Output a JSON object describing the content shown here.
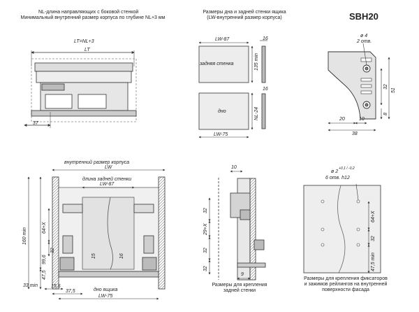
{
  "captions": {
    "top_left_line1": "NL-длина направляющих с боковой стенкой",
    "top_left_line2": "Минимальный внутренний размер корпуса по глубине NL+3 мм",
    "top_mid_line1": "Размеры дна и задней стенки ящика",
    "top_mid_line2": "(LW-внутренний размер корпуса)",
    "model": "SBH20",
    "bottom_mid_line1": "Размеры для крепления",
    "bottom_mid_line2": "задней стенки",
    "bottom_right_line1": "Размеры для крепления фиксаторов",
    "bottom_right_line2": "и зажимов рейлингов на внутренней",
    "bottom_right_line3": "поверхности фасада"
  },
  "front_view": {
    "lt_formula": "LT=NL+3",
    "lt": "LT",
    "dim_37": "37"
  },
  "panels": {
    "back_width": "LW-87",
    "back_height": "135 min",
    "back_label": "задняя стенка",
    "back_thickness": "16",
    "bottom_label": "дно",
    "bottom_depth": "NL-24",
    "bottom_width": "LW-75",
    "bottom_thickness": "16"
  },
  "bracket": {
    "hole_dia": "ø 4",
    "hole_count": "2 отв.",
    "dim_32": "32",
    "dim_51": "51",
    "dim_8": "8",
    "dim_20": "20",
    "dim_10": "10",
    "dim_38": "38"
  },
  "section": {
    "inner_size": "внутренний размер корпуса",
    "lw": "LW",
    "back_len": "длина задней стенки",
    "lw87": "LW-87",
    "height_160": "160 min",
    "dim_64x": "64+X",
    "dim_32": "32",
    "dim_99_6": "99,6",
    "dim_47_5": "47,5",
    "dim_33": "33 min",
    "dim_15": "15",
    "dim_16": "16",
    "dim_15_5": "15,5",
    "dim_37_5": "37,5",
    "bottom_label": "дно ящика",
    "lw75": "LW-75"
  },
  "back_mount": {
    "dim_10": "10",
    "dim_32a": "32",
    "dim_29x": "29+X",
    "dim_32b": "32",
    "dim_32c": "32",
    "dim_9": "9"
  },
  "front_mount": {
    "hole_dia": "ø 2",
    "tolerance": "+0,1 / -0,2",
    "holes": "6 отв. h12",
    "dim_64x": "64+X",
    "dim_32": "32",
    "dim_47_5": "47,5 min"
  }
}
